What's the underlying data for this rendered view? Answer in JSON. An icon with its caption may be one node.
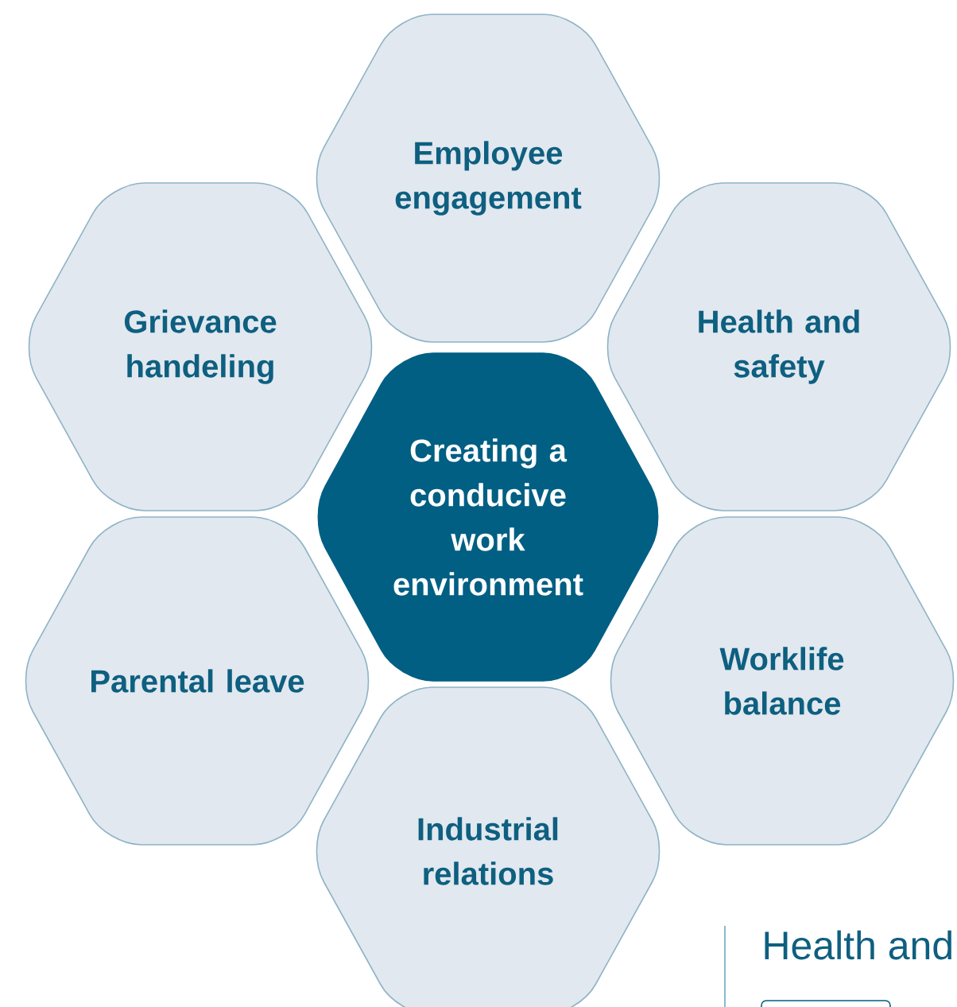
{
  "diagram": {
    "nodes": [
      {
        "text": [
          "Employee engagement"
        ]
      },
      {
        "text": [
          "Grievance handeling"
        ]
      },
      {
        "text": [
          "Health and safety"
        ]
      },
      {
        "text": [
          "Creating a conducive work environment"
        ]
      },
      {
        "text": [
          "Parental leave"
        ]
      },
      {
        "text": [
          "Worklife balance"
        ]
      },
      {
        "text": [
          "Industrial relations"
        ]
      }
    ],
    "labels": [
      "Health and"
    ]
  }
}
